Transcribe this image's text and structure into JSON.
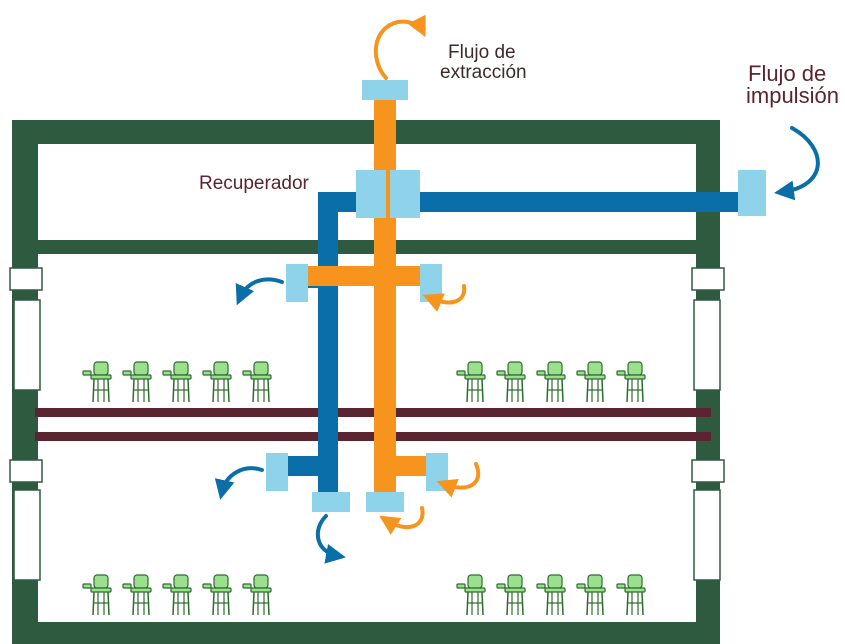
{
  "labels": {
    "extraction_line1": "Flujo de",
    "extraction_line2": "extracción",
    "supply_line1": "Flujo de",
    "supply_line2": "impulsión",
    "recuperator": "Recuperador"
  },
  "colors": {
    "wall": "#2e5a40",
    "supply_duct": "#0a6fa8",
    "extraction_duct": "#f7941d",
    "vent": "#8fd3ea",
    "beam": "#5a2430",
    "chair_fill": "#9be08c",
    "chair_stroke": "#2e6b2e",
    "label_text": "#5a2430",
    "extraction_text": "#3d2a2a"
  },
  "rows": {
    "upper_left_chairs": 5,
    "upper_right_chairs": 5,
    "lower_left_chairs": 5,
    "lower_right_chairs": 5
  }
}
